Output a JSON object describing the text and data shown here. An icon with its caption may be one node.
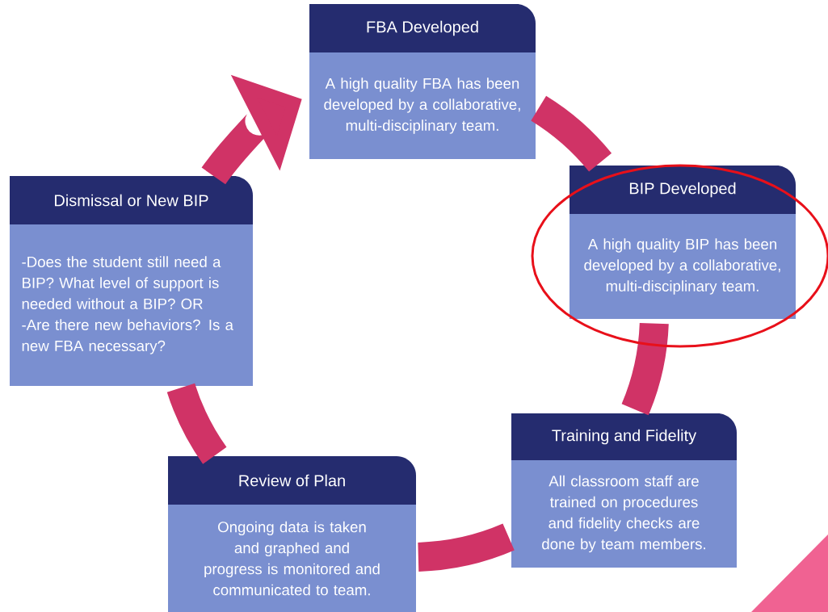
{
  "diagram": {
    "nodes": [
      {
        "text": [
          "FBA Developed",
          "A high quality FBA has been developed by a collaborative, multi-disciplinary team."
        ]
      },
      {
        "text": [
          "BIP Developed",
          "A high quality BIP has been developed by a collaborative, multi-disciplinary team."
        ]
      },
      {
        "text": [
          "Training and Fidelity",
          "All classroom staff are trained on procedures and fidelity checks are done by team members."
        ]
      },
      {
        "text": [
          "Review of Plan",
          "Ongoing data is taken and graphed and progress is monitored and communicated to team."
        ]
      },
      {
        "text": [
          "Dismissal or New BIP",
          "-Does the student still need a BIP? What level of support is needed without a BIP?   OR",
          "-Are there new behaviors? Is a new FBA necessary?"
        ]
      }
    ],
    "edges": [
      {
        "from": 0,
        "to": 1,
        "arrow": "none"
      },
      {
        "from": 1,
        "to": 2,
        "arrow": "none"
      },
      {
        "from": 2,
        "to": 3,
        "arrow": "none"
      },
      {
        "from": 3,
        "to": 4,
        "arrow": "none"
      },
      {
        "from": 4,
        "to": 0,
        "arrow": "to"
      }
    ]
  }
}
